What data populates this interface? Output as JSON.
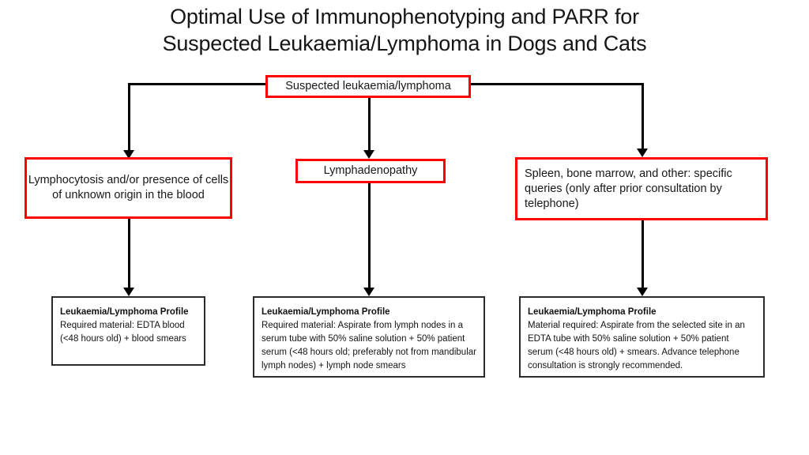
{
  "title": {
    "line1": "Optimal Use of Immunophenotyping and PARR for",
    "line2": "Suspected Leukaemia/Lymphoma in Dogs and Cats"
  },
  "colors": {
    "decision_border": "#FE0000",
    "profile_border": "#2B2B2B",
    "connector": "#000000",
    "background": "#FFFFFF"
  },
  "nodes": {
    "root": {
      "label": "Suspected leukaemia/lymphoma"
    },
    "branch_blood": {
      "label": "Lymphocytosis and/or presence of cells of unknown origin in the blood"
    },
    "branch_lymphadenopathy": {
      "label": "Lymphadenopathy"
    },
    "branch_spleen": {
      "label": "Spleen, bone marrow, and other: specific queries (only after prior consultation by telephone)"
    },
    "profile_blood": {
      "heading": "Leukaemia/Lymphoma Profile",
      "body": "Required material: EDTA blood (<48 hours old) + blood smears"
    },
    "profile_lymph_node": {
      "heading": "Leukaemia/Lymphoma Profile",
      "body": "Required material: Aspirate from lymph nodes in a serum tube with 50% saline solution + 50% patient serum (<48 hours old; preferably not from mandibular lymph nodes) + lymph node smears"
    },
    "profile_other_site": {
      "heading": "Leukaemia/Lymphoma Profile",
      "body": "Material required: Aspirate from the selected site in an EDTA tube with 50% saline solution + 50% patient serum (<48 hours old) + smears. Advance telephone consultation is strongly recommended."
    }
  }
}
